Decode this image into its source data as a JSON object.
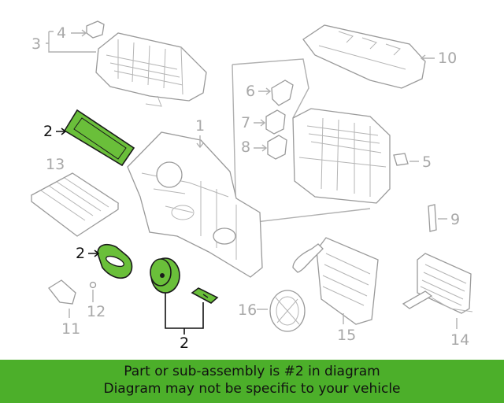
{
  "callouts": {
    "c1": "1",
    "c2a": "2",
    "c2b": "2",
    "c2c": "2",
    "c3": "3",
    "c4": "4",
    "c5": "5",
    "c6": "6",
    "c7": "7",
    "c8": "8",
    "c9": "9",
    "c10": "10",
    "c11": "11",
    "c12": "12",
    "c13": "13",
    "c14": "14",
    "c15": "15",
    "c16": "16"
  },
  "highlight_color": "#6abf3a",
  "banner": {
    "line1": "Part or sub-assembly is #2 in diagram",
    "line2": "Diagram may not be specific to your vehicle",
    "color": "#4caf2a"
  }
}
